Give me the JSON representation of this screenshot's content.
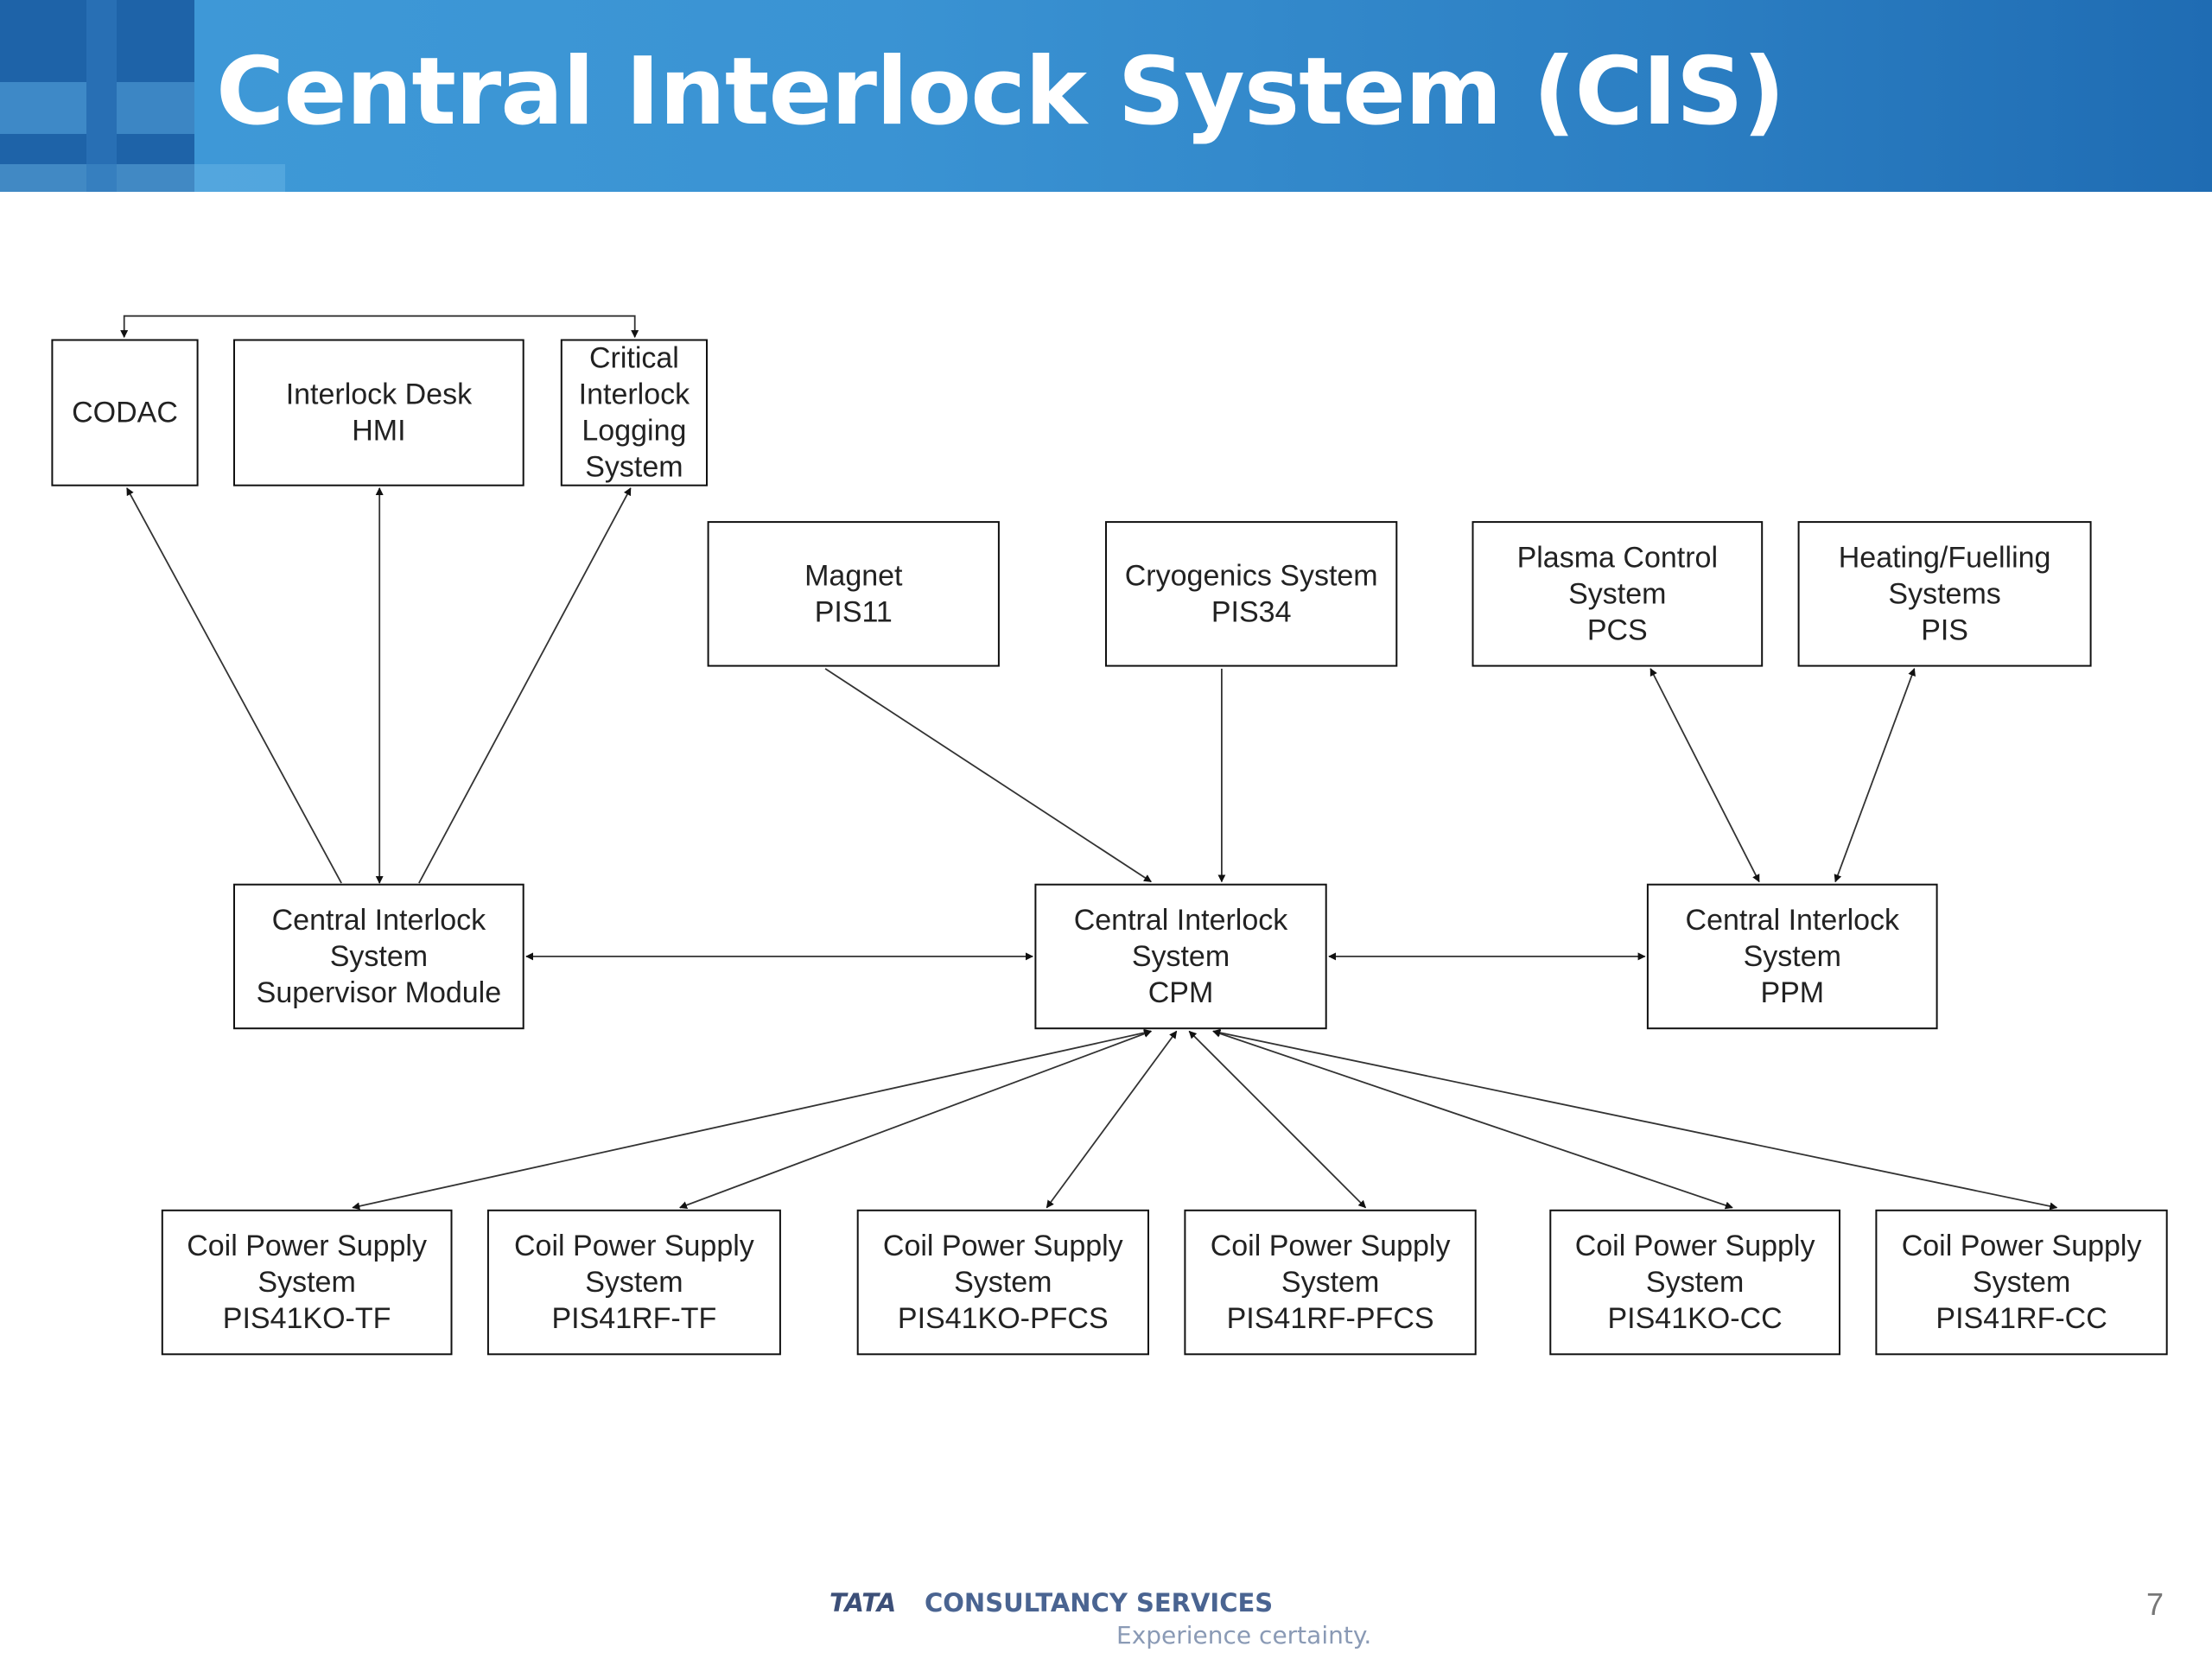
{
  "slide": {
    "title": "Central Interlock System (CIS)",
    "page_number": "7"
  },
  "footer": {
    "brand_tata": "TATA",
    "brand_name": "CONSULTANCY SERVICES",
    "tagline": "Experience certainty."
  },
  "diagram": {
    "nodes": [
      {
        "id": "codac",
        "lines": [
          "CODAC"
        ]
      },
      {
        "id": "interlock-desk-hmi",
        "lines": [
          "Interlock Desk",
          "HMI"
        ]
      },
      {
        "id": "critical-interlock-logging",
        "lines": [
          "Critical",
          "Interlock",
          "Logging",
          "System"
        ]
      },
      {
        "id": "magnet",
        "lines": [
          "Magnet",
          "PIS11"
        ]
      },
      {
        "id": "cryogenics",
        "lines": [
          "Cryogenics System",
          "PIS34"
        ]
      },
      {
        "id": "plasma-control",
        "lines": [
          "Plasma Control",
          "System",
          "PCS"
        ]
      },
      {
        "id": "heating-fuelling",
        "lines": [
          "Heating/Fuelling",
          "Systems",
          "PIS"
        ]
      },
      {
        "id": "cis-supervisor",
        "lines": [
          "Central Interlock",
          "System",
          "Supervisor Module"
        ]
      },
      {
        "id": "cis-cpm",
        "lines": [
          "Central Interlock",
          "System",
          "CPM"
        ]
      },
      {
        "id": "cis-ppm",
        "lines": [
          "Central Interlock",
          "System",
          "PPM"
        ]
      },
      {
        "id": "coil-pis41ko-tf",
        "lines": [
          "Coil Power Supply",
          "System",
          "PIS41KO-TF"
        ]
      },
      {
        "id": "coil-pis41rf-tf",
        "lines": [
          "Coil Power Supply",
          "System",
          "PIS41RF-TF"
        ]
      },
      {
        "id": "coil-pis41ko-pfcs",
        "lines": [
          "Coil Power Supply",
          "System",
          "PIS41KO-PFCS"
        ]
      },
      {
        "id": "coil-pis41rf-pfcs",
        "lines": [
          "Coil Power Supply",
          "System",
          "PIS41RF-PFCS"
        ]
      },
      {
        "id": "coil-pis41ko-cc",
        "lines": [
          "Coil Power Supply",
          "System",
          "PIS41KO-CC"
        ]
      },
      {
        "id": "coil-pis41rf-cc",
        "lines": [
          "Coil Power Supply",
          "System",
          "PIS41RF-CC"
        ]
      }
    ],
    "connections": [
      {
        "from": "codac",
        "to": "critical-interlock-logging",
        "direction": "both"
      },
      {
        "from": "cis-supervisor",
        "to": "codac",
        "direction": "to"
      },
      {
        "from": "cis-supervisor",
        "to": "interlock-desk-hmi",
        "direction": "both"
      },
      {
        "from": "cis-supervisor",
        "to": "critical-interlock-logging",
        "direction": "to"
      },
      {
        "from": "magnet",
        "to": "cis-cpm",
        "direction": "to"
      },
      {
        "from": "cryogenics",
        "to": "cis-cpm",
        "direction": "to"
      },
      {
        "from": "plasma-control",
        "to": "cis-ppm",
        "direction": "both"
      },
      {
        "from": "heating-fuelling",
        "to": "cis-ppm",
        "direction": "both"
      },
      {
        "from": "cis-supervisor",
        "to": "cis-cpm",
        "direction": "both"
      },
      {
        "from": "cis-cpm",
        "to": "cis-ppm",
        "direction": "both"
      },
      {
        "from": "cis-cpm",
        "to": "coil-pis41ko-tf",
        "direction": "both"
      },
      {
        "from": "cis-cpm",
        "to": "coil-pis41rf-tf",
        "direction": "both"
      },
      {
        "from": "cis-cpm",
        "to": "coil-pis41ko-pfcs",
        "direction": "both"
      },
      {
        "from": "cis-cpm",
        "to": "coil-pis41rf-pfcs",
        "direction": "both"
      },
      {
        "from": "cis-cpm",
        "to": "coil-pis41ko-cc",
        "direction": "both"
      },
      {
        "from": "cis-cpm",
        "to": "coil-pis41rf-cc",
        "direction": "both"
      }
    ]
  }
}
